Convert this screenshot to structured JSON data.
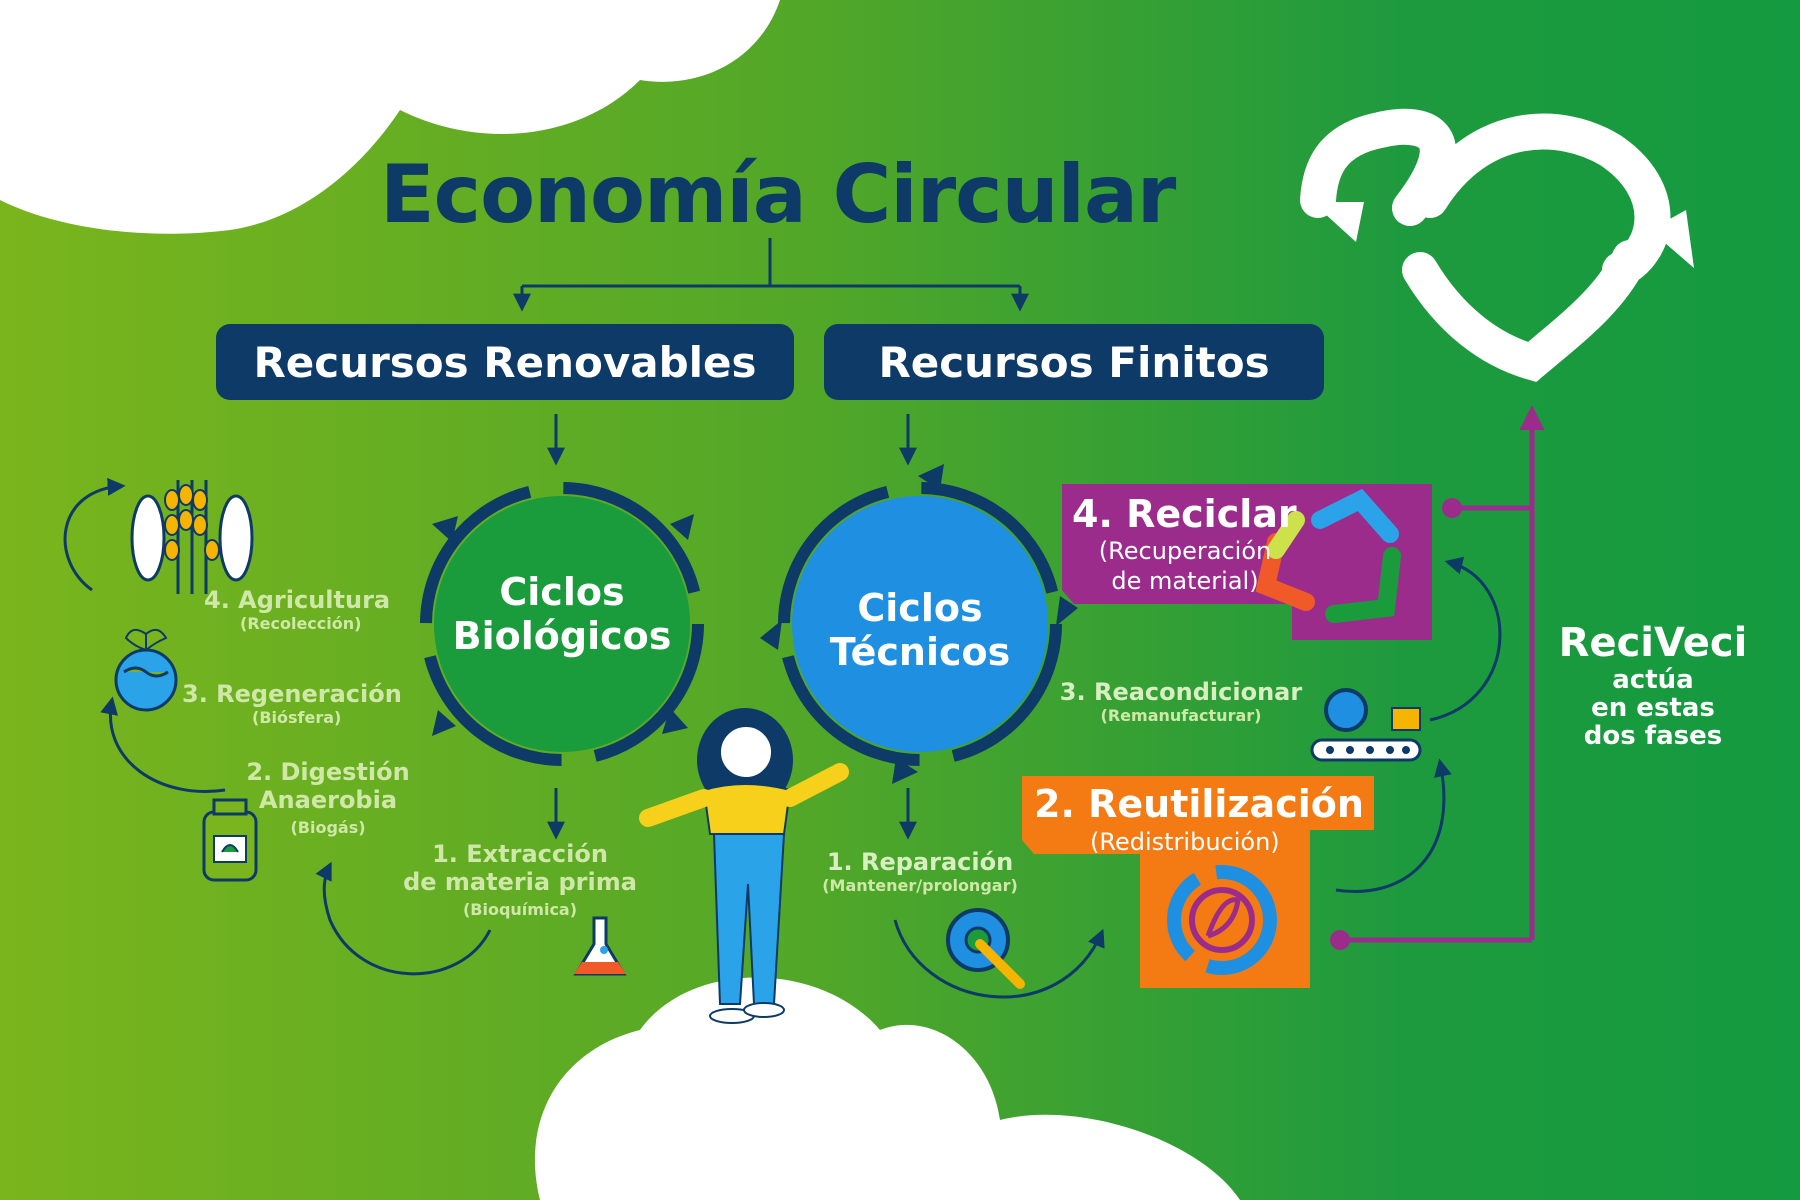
{
  "title": "Economía Circular",
  "resources": {
    "renewable": "Recursos Renovables",
    "finite": "Recursos Finitos"
  },
  "cycles": {
    "biological": {
      "line1": "Ciclos",
      "line2": "Biológicos"
    },
    "technical": {
      "line1": "Ciclos",
      "line2": "Técnicos"
    }
  },
  "bio_steps": [
    {
      "title": "4. Agricultura",
      "subtitle": "(Recolección)"
    },
    {
      "title": "3. Regeneración",
      "subtitle": "(Biósfera)"
    },
    {
      "title_line1": "2. Digestión",
      "title_line2": "Anaerobia",
      "subtitle": "(Biogás)"
    },
    {
      "title_line1": "1. Extracción",
      "title_line2": "de materia prima",
      "subtitle": "(Bioquímica)"
    }
  ],
  "tech_steps": [
    {
      "title": "1. Reparación",
      "subtitle": "(Mantener/prolongar)"
    },
    {
      "title": "3. Reacondicionar",
      "subtitle": "(Remanufacturar)"
    }
  ],
  "reciclar": {
    "title": "4. Reciclar",
    "subtitle_line1": "(Recuperación",
    "subtitle_line2": "de material)"
  },
  "reutilizacion": {
    "title": "2. Reutilización",
    "subtitle": "(Redistribución)"
  },
  "reciveci": {
    "brand": "ReciVeci",
    "line1": "actúa",
    "line2": "en estas",
    "line3": "dos fases"
  },
  "colors": {
    "navy": "#0d3a66",
    "biological_green": "#1a9b3c",
    "technical_blue": "#1e8fe1",
    "reciclar_purple": "#9b2c8c",
    "reutilizacion_orange": "#f47b14"
  },
  "icons": [
    "fish-wheat-icon",
    "globe-plant-icon",
    "biogas-tank-icon",
    "flask-icon",
    "gear-wrench-icon",
    "conveyor-gear-icon",
    "recycle-triangle-icon",
    "reuse-cycle-icon",
    "recycle-heart-logo"
  ]
}
